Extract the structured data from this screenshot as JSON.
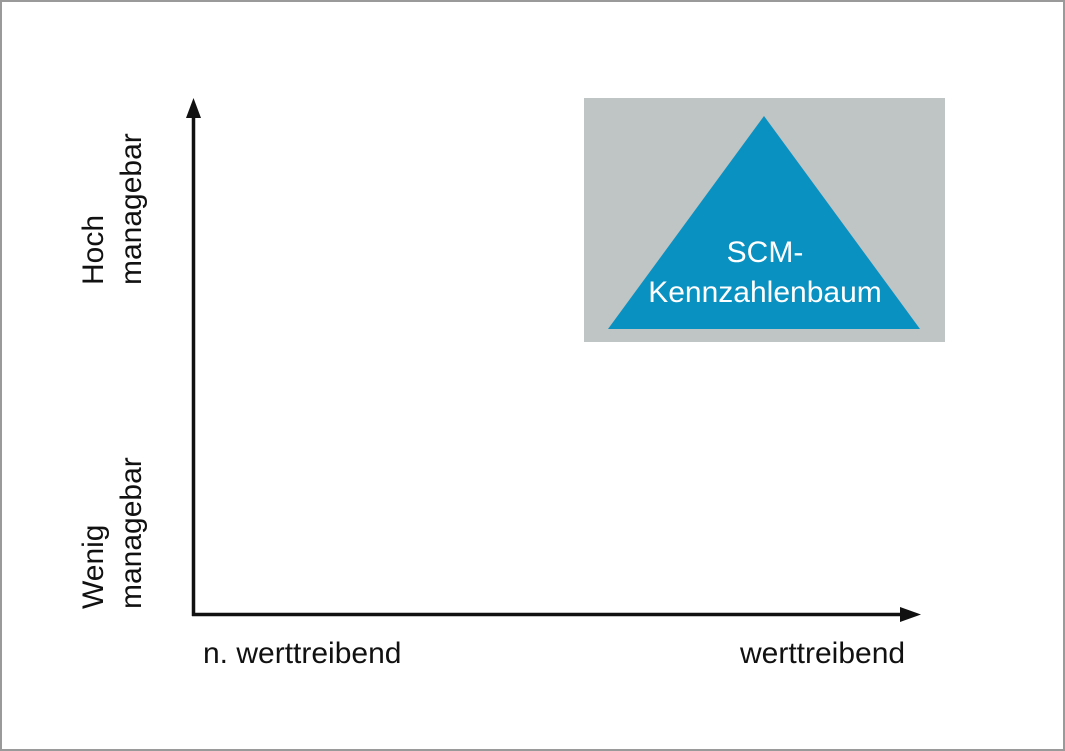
{
  "y_axis": {
    "label_top": {
      "line1": "Hoch",
      "line2": "managebar"
    },
    "label_bottom": {
      "line1": "Wenig",
      "line2": "managebar"
    }
  },
  "x_axis": {
    "label_left": "n. werttreibend",
    "label_right": "werttreibend"
  },
  "item": {
    "label": {
      "line1": "SCM-",
      "line2": "Kennzahlenbaum"
    },
    "position": "top-right"
  },
  "colors": {
    "triangle": "#0991c1",
    "highlight_box": "#bfc4c4",
    "axis": "#111111",
    "frame_border": "#9a9a9a",
    "item_text": "#ffffff",
    "label_text": "#111111"
  }
}
